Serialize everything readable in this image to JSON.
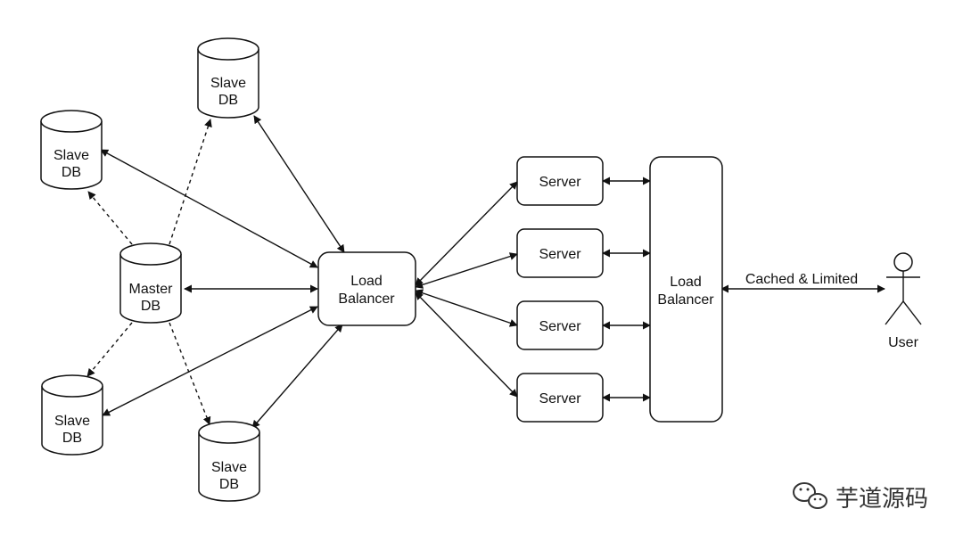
{
  "colors": {
    "stroke": "#111111",
    "background": "#ffffff",
    "watermark": "#333333"
  },
  "nodes": {
    "slave_db_top": {
      "line1": "Slave",
      "line2": "DB"
    },
    "slave_db_upper_left": {
      "line1": "Slave",
      "line2": "DB"
    },
    "master_db": {
      "line1": "Master",
      "line2": "DB"
    },
    "slave_db_lower_left": {
      "line1": "Slave",
      "line2": "DB"
    },
    "slave_db_bottom": {
      "line1": "Slave",
      "line2": "DB"
    },
    "load_balancer_left": {
      "line1": "Load",
      "line2": "Balancer"
    },
    "servers": [
      {
        "label": "Server"
      },
      {
        "label": "Server"
      },
      {
        "label": "Server"
      },
      {
        "label": "Server"
      }
    ],
    "load_balancer_right": {
      "line1": "Load",
      "line2": "Balancer"
    },
    "user": {
      "label": "User"
    }
  },
  "edges": {
    "user_link_label": "Cached & Limited"
  },
  "watermark": {
    "text": "芋道源码",
    "icon": "wechat-icon"
  }
}
